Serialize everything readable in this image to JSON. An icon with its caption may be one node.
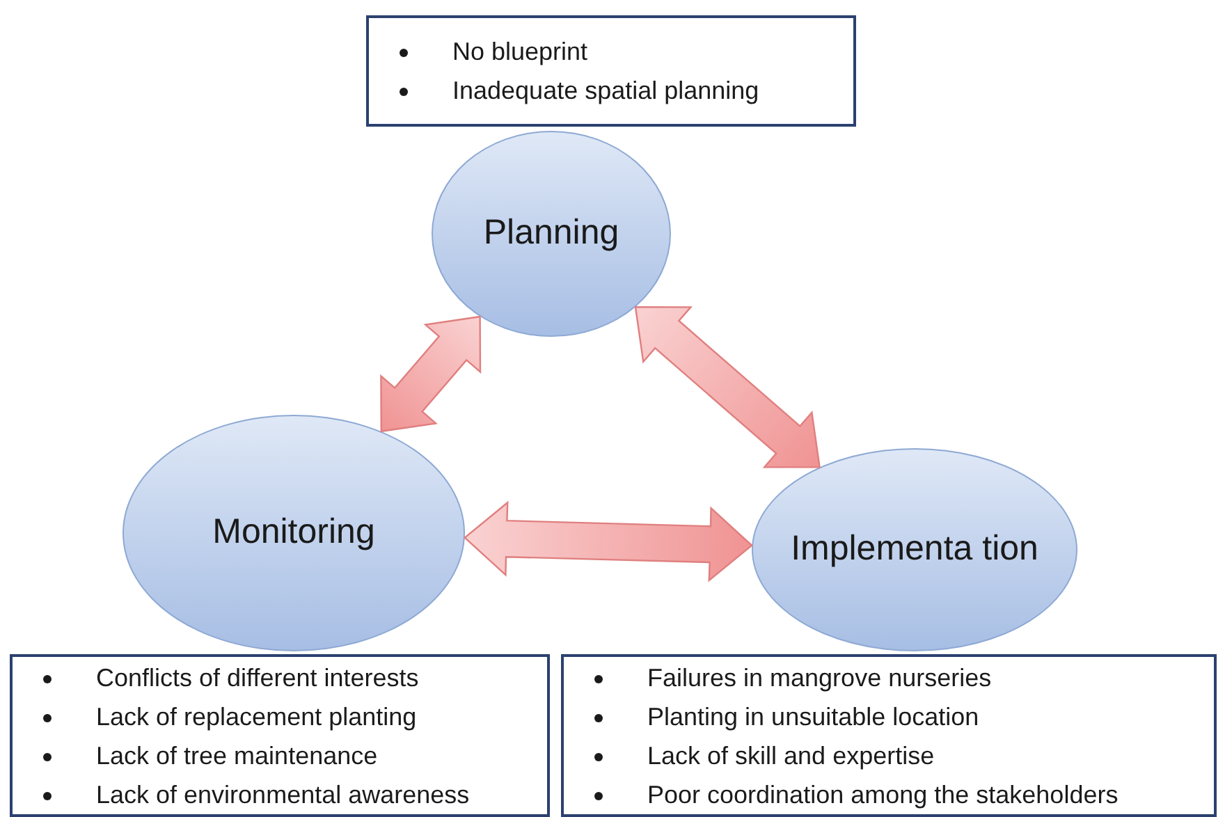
{
  "diagram": {
    "nodes": [
      {
        "text": [
          "Planning"
        ]
      },
      {
        "text": [
          "Monitoring"
        ]
      },
      {
        "text": [
          "Implementa tion"
        ]
      },
      {
        "text": [
          "No blueprint",
          "Inadequate spatial planning"
        ]
      },
      {
        "text": [
          "Conflicts of different interests",
          "Lack of replacement planting",
          "Lack of tree maintenance",
          "Lack of environmental awareness"
        ]
      },
      {
        "text": [
          "Failures in mangrove nurseries",
          "Planting in unsuitable location",
          "Lack of skill and expertise",
          "Poor coordination among the stakeholders"
        ]
      }
    ],
    "edges": [
      {
        "from": 0,
        "to": 1,
        "arrow": "both"
      },
      {
        "from": 0,
        "to": 2,
        "arrow": "both"
      },
      {
        "from": 1,
        "to": 2,
        "arrow": "both"
      }
    ]
  }
}
